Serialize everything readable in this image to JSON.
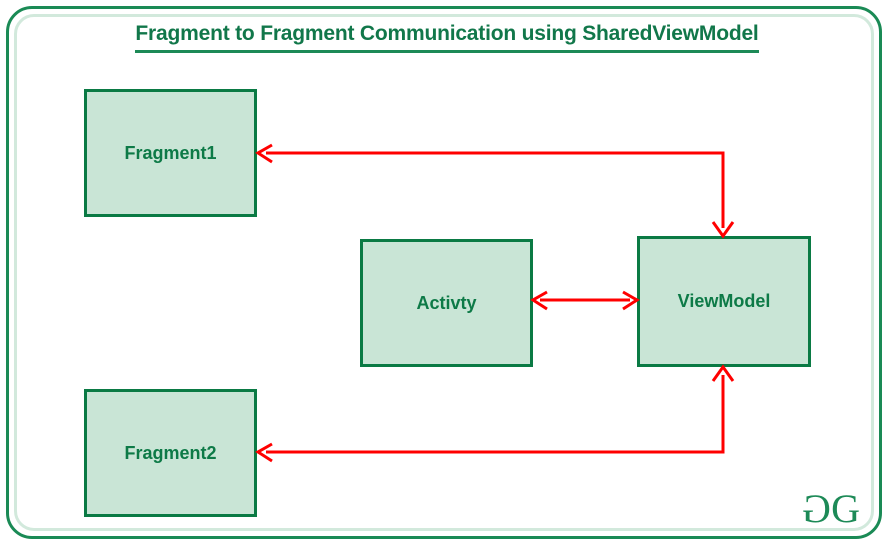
{
  "diagram": {
    "title": "Fragment to Fragment Communication using SharedViewModel",
    "type": "flow-diagram",
    "colors": {
      "node_fill": "#c9e5d6",
      "node_border": "#0a7a44",
      "node_text": "#0d7a47",
      "arrow": "#ff0000",
      "frame_outer": "#1a8a55",
      "frame_inner": "#d2e9dc",
      "title_text": "#11774a",
      "background": "#ffffff"
    },
    "nodes": [
      {
        "id": "fragment1",
        "label": "Fragment1"
      },
      {
        "id": "fragment2",
        "label": "Fragment2"
      },
      {
        "id": "activity",
        "label": "Activty"
      },
      {
        "id": "viewmodel",
        "label": "ViewModel"
      }
    ],
    "connections": [
      {
        "id": "viewmodel-fragment1",
        "from": "viewmodel",
        "to": "fragment1",
        "style": "elbow",
        "arrowheads": "both"
      },
      {
        "id": "activity-viewmodel",
        "from": "activity",
        "to": "viewmodel",
        "style": "straight",
        "arrowheads": "both"
      },
      {
        "id": "viewmodel-fragment2",
        "from": "viewmodel",
        "to": "fragment2",
        "style": "elbow",
        "arrowheads": "both"
      }
    ]
  },
  "branding": {
    "logo_left": "G",
    "logo_right": "G"
  }
}
